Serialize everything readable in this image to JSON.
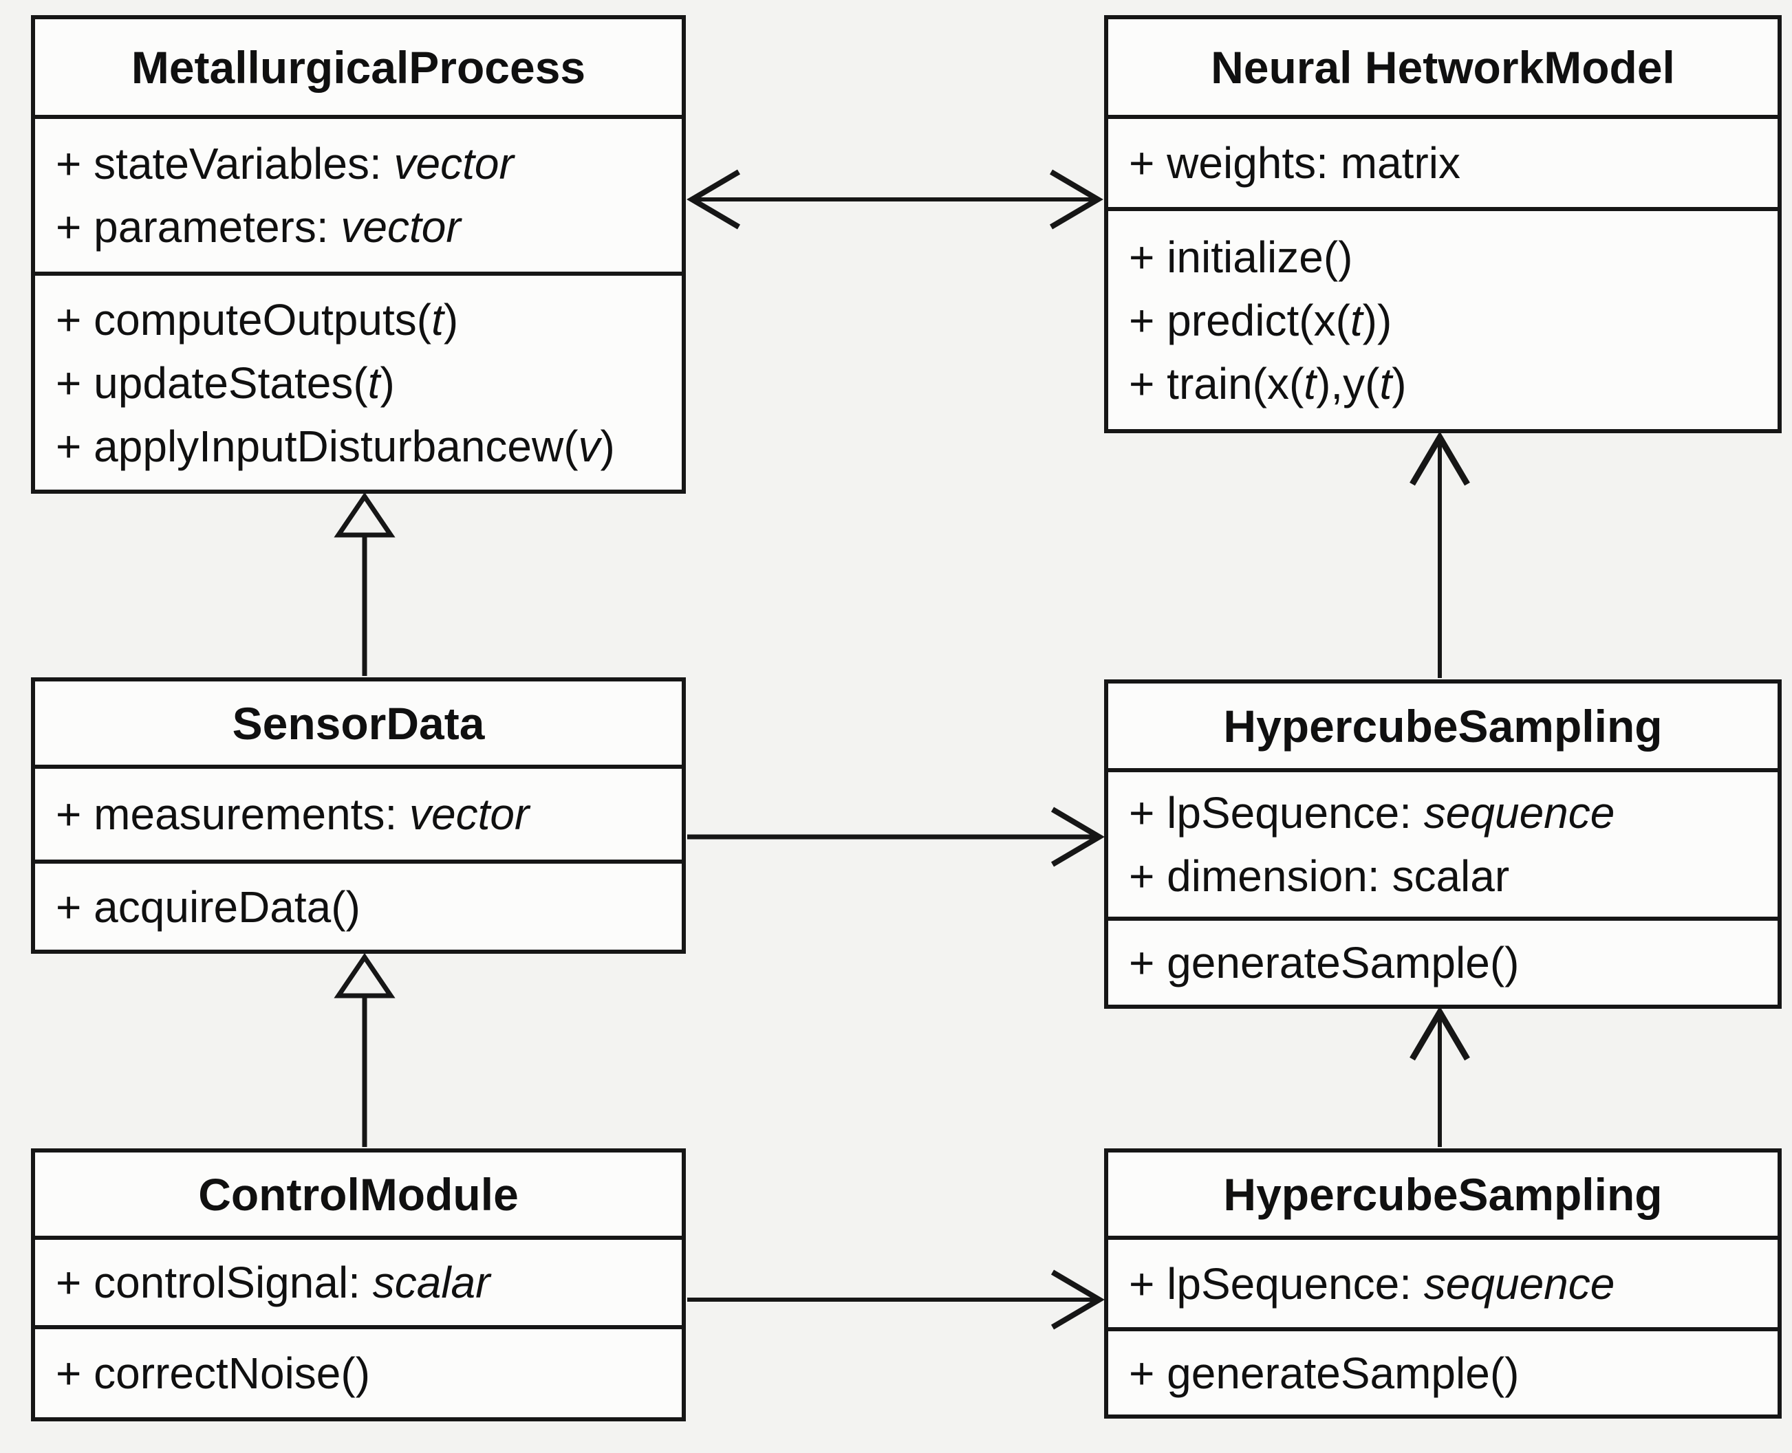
{
  "diagram": {
    "kind": "uml-class-diagram",
    "background_color": "#f3f3f1",
    "box_fill_color": "#fcfcfb",
    "line_color": "#161616"
  },
  "classes": [
    {
      "name": "MetallurgicalProcess",
      "attributes": [
        [
          {
            "t": "+ stateVariables: "
          },
          {
            "t": "vector",
            "i": true
          }
        ],
        [
          {
            "t": "+ parameters: "
          },
          {
            "t": "vector",
            "i": true
          }
        ]
      ],
      "methods": [
        [
          {
            "t": "+ computeOutputs("
          },
          {
            "t": "t",
            "i": true
          },
          {
            "t": ")"
          }
        ],
        [
          {
            "t": "+ updateStates("
          },
          {
            "t": "t",
            "i": true
          },
          {
            "t": ")"
          }
        ],
        [
          {
            "t": "+ applyInputDisturbancew("
          },
          {
            "t": "v",
            "i": true
          },
          {
            "t": ")"
          }
        ]
      ]
    },
    {
      "name": "Neural HetworkModel",
      "attributes": [
        [
          {
            "t": "+ weights: matrix"
          }
        ]
      ],
      "methods": [
        [
          {
            "t": "+ initialize()"
          }
        ],
        [
          {
            "t": "+ predict(x("
          },
          {
            "t": "t",
            "i": true
          },
          {
            "t": "))"
          }
        ],
        [
          {
            "t": "+ train(x("
          },
          {
            "t": "t",
            "i": true
          },
          {
            "t": "),y("
          },
          {
            "t": "t",
            "i": true
          },
          {
            "t": ")"
          }
        ]
      ]
    },
    {
      "name": "SensorData",
      "attributes": [
        [
          {
            "t": "+ measurements: "
          },
          {
            "t": "vector",
            "i": true
          }
        ]
      ],
      "methods": [
        [
          {
            "t": "+ acquireData()"
          }
        ]
      ]
    },
    {
      "name": "HypercubeSampling",
      "attributes": [
        [
          {
            "t": "+ lpSequence: "
          },
          {
            "t": "sequence",
            "i": true
          }
        ],
        [
          {
            "t": "+ dimension: scalar"
          }
        ]
      ],
      "methods": [
        [
          {
            "t": "+ generateSample()"
          }
        ]
      ]
    },
    {
      "name": "ControlModule",
      "attributes": [
        [
          {
            "t": "+ controlSignal: "
          },
          {
            "t": "scalar",
            "i": true
          }
        ]
      ],
      "methods": [
        [
          {
            "t": "+ correctNoise()"
          }
        ]
      ]
    },
    {
      "name": "HypercubeSampling",
      "attributes": [
        [
          {
            "t": "+ lpSequence: "
          },
          {
            "t": "sequence",
            "i": true
          }
        ]
      ],
      "methods": [
        [
          {
            "t": "+ generateSample()"
          }
        ]
      ]
    }
  ],
  "connectors": [
    {
      "type": "association-bidirectional",
      "from": "MetallurgicalProcess",
      "to": "Neural HetworkModel"
    },
    {
      "type": "generalization",
      "from": "SensorData",
      "to": "MetallurgicalProcess"
    },
    {
      "type": "association",
      "from": "SensorData",
      "to": "HypercubeSampling"
    },
    {
      "type": "association",
      "from": "HypercubeSampling",
      "to": "Neural HetworkModel"
    },
    {
      "type": "generalization",
      "from": "ControlModule",
      "to": "SensorData"
    },
    {
      "type": "association",
      "from": "ControlModule",
      "to": "HypercubeSampling (bottom)"
    },
    {
      "type": "association",
      "from": "HypercubeSampling (bottom)",
      "to": "HypercubeSampling"
    }
  ]
}
